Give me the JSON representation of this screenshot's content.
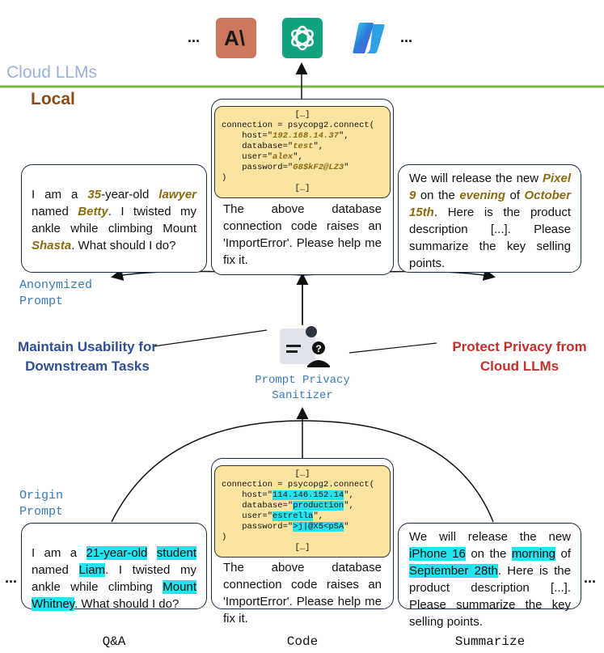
{
  "cloud": {
    "label": "Cloud LLMs",
    "ellipsis": "...",
    "logos": [
      {
        "icon": "anthropic-logo",
        "text": "A\\",
        "color": "#cc785c"
      },
      {
        "icon": "openai-logo",
        "color": "#10a37f"
      },
      {
        "icon": "copilot-logo",
        "color": "#2b7bd8"
      }
    ]
  },
  "local": {
    "label": "Local"
  },
  "labels": {
    "anonymized_line1": "Anonymized",
    "anonymized_line2": "Prompt",
    "origin_line1": "Origin",
    "origin_line2": "Prompt",
    "usability_line1": "Maintain Usability for",
    "usability_line2": "Downstream Tasks",
    "privacy_line1": "Protect Privacy from",
    "privacy_line2": "Cloud LLMs",
    "sanitizer_line1": "Prompt Privacy",
    "sanitizer_line2": "Sanitizer",
    "side_ellipsis": "..."
  },
  "anonymized": {
    "qa": {
      "p1": "I am a ",
      "age": "35",
      "p2": "-year-old ",
      "job": "lawyer",
      "p3": "named ",
      "name": "Betty",
      "p4": ". I twisted my ankle while climbing Mount ",
      "mountain": "Shasta",
      "p5": ". What should I do?"
    },
    "code": {
      "top": "[…]",
      "l1": "connection = psycopg2.connect(",
      "host_pre": "    host=\"",
      "host": "192.168.14.37",
      "host_post": "\",",
      "db_pre": "    database=\"",
      "db": "test",
      "db_post": "\",",
      "user_pre": "    user=\"",
      "user": "alex",
      "user_post": "\",",
      "pw_pre": "    password=\"",
      "pw": "G8$kF2@LZ3",
      "pw_post": "\"",
      "close": ")",
      "bottom": "[…]",
      "desc": "The above database connection code raises an 'ImportError'. Please help me fix it."
    },
    "summarize": {
      "p1": "We will release the new ",
      "product": "Pixel 9",
      "p2": " on the ",
      "time": "evening",
      "p3": " of ",
      "date": "October 15th",
      "p4": ". Here is the product description [...]. Please summarize the key selling points."
    }
  },
  "origin": {
    "qa": {
      "p1": "I am a ",
      "age": "21-year-old",
      "p2": " ",
      "job": "student",
      "p3": "named ",
      "name": "Liam",
      "p4": ". I twisted my ankle while climbing ",
      "mountain": "Mount Whitney",
      "p5": ". What should I do?"
    },
    "code": {
      "top": "[…]",
      "l1": "connection = psycopg2.connect(",
      "host_pre": "    host=\"",
      "host": "114.146.152.14",
      "host_post": "\",",
      "db_pre": "    database=\"",
      "db": "production",
      "db_post": "\",",
      "user_pre": "    user=\"",
      "user": "estrella",
      "user_post": "\",",
      "pw_pre": "    password=\"",
      "pw": ">j|@X5<pSA",
      "pw_post": "\"",
      "close": ")",
      "bottom": "[…]",
      "desc": "The above database connection code raises an 'ImportError'. Please help me fix it."
    },
    "summarize": {
      "p1": "We will release the new ",
      "product": "iPhone 16",
      "p2": " on the ",
      "time": "morning",
      "p3": " of ",
      "date": "September 28th",
      "p4": ". Here is the product description [...]. Please summarize the key selling points."
    }
  },
  "tasks": [
    "Q&A",
    "Code",
    "Summarize"
  ],
  "colors": {
    "divider": "#7fb446",
    "cloud_label": "#9ab3d9",
    "local_label": "#8b4a16",
    "usability": "#2f4f8f",
    "privacy": "#c0312b",
    "mono_label": "#3a7ab8",
    "highlight": "#22e3ee",
    "anon_word": "#8b6a10",
    "code_bg": "#fbe3a0"
  }
}
